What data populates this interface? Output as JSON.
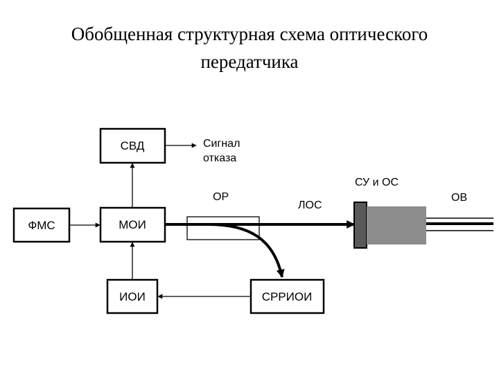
{
  "slide": {
    "title_line1": "Обобщенная структурная схема оптического",
    "title_line2": "передатчика"
  },
  "diagram": {
    "blocks": {
      "svd": "СВД",
      "fms": "ФМС",
      "moi": "МОИ",
      "ioi": "ИОИ",
      "srrioi": "СРРИОИ"
    },
    "labels": {
      "signal_line1": "Сигнал",
      "signal_line2": "отказа",
      "op": "ОР",
      "los": "ЛОС",
      "su_os": "СУ и ОС",
      "ov": "ОВ"
    }
  },
  "colors": {
    "line": "#000000",
    "connector_body": "#8c8c8c",
    "connector_flange": "#5a5a5a"
  }
}
